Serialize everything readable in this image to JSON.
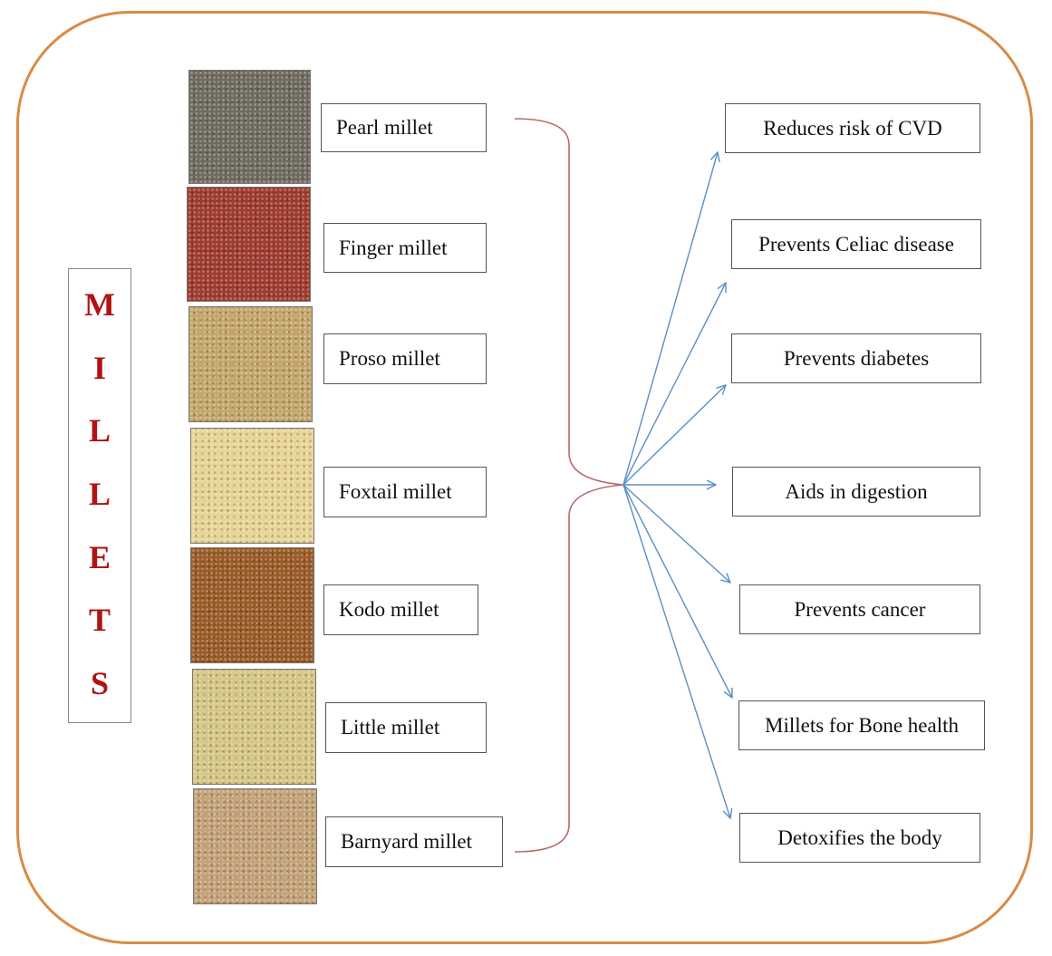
{
  "title": "MILLETS",
  "title_letters": [
    "M",
    "I",
    "L",
    "L",
    "E",
    "T",
    "S"
  ],
  "millets": [
    {
      "label": "Pearl millet",
      "color": "#6f6a5e"
    },
    {
      "label": "Finger millet",
      "color": "#9e3a2e"
    },
    {
      "label": "Proso millet",
      "color": "#c4a668"
    },
    {
      "label": "Foxtail millet",
      "color": "#e8d492"
    },
    {
      "label": "Kodo millet",
      "color": "#9a5a26"
    },
    {
      "label": "Little millet",
      "color": "#d6c683"
    },
    {
      "label": "Barnyard millet",
      "color": "#c4a277"
    }
  ],
  "benefits": [
    "Reduces risk of CVD",
    "Prevents Celiac disease",
    "Prevents diabetes",
    "Aids in digestion",
    "Prevents cancer",
    "Millets for Bone health",
    "Detoxifies the body"
  ],
  "colors": {
    "frame": "#d98b47",
    "title_text": "#b01313",
    "brace": "#b86a6a",
    "arrows": "#5b8fc4"
  }
}
